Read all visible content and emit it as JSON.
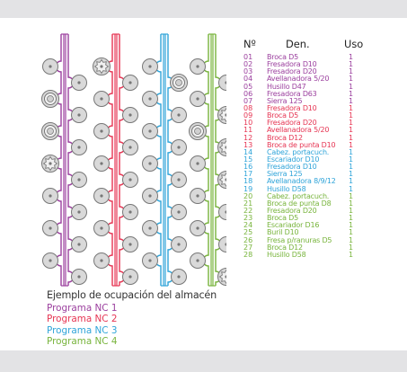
{
  "colors": {
    "p1": "#9b3f9e",
    "p2": "#e63553",
    "p3": "#2fa4d9",
    "p4": "#78b43c"
  },
  "legend": {
    "title": "Ejemplo de ocupación del almacén",
    "items": [
      {
        "label": "Programa NC 1",
        "color": "#9b3f9e"
      },
      {
        "label": "Programa NC 2",
        "color": "#e63553"
      },
      {
        "label": "Programa NC 3",
        "color": "#2fa4d9"
      },
      {
        "label": "Programa NC 4",
        "color": "#78b43c"
      }
    ]
  },
  "table": {
    "headers": {
      "num": "Nº",
      "den": "Den.",
      "uso": "Uso"
    },
    "rows": [
      {
        "num": "01",
        "den": "Broca D5",
        "uso": "1",
        "color": "#9b3f9e"
      },
      {
        "num": "02",
        "den": "Fresadora D10",
        "uso": "1",
        "color": "#9b3f9e"
      },
      {
        "num": "03",
        "den": "Fresadora D20",
        "uso": "1",
        "color": "#9b3f9e"
      },
      {
        "num": "04",
        "den": "Avellanadora 5/20",
        "uso": "1",
        "color": "#9b3f9e"
      },
      {
        "num": "05",
        "den": "Husillo D47",
        "uso": "1",
        "color": "#9b3f9e"
      },
      {
        "num": "06",
        "den": "Fresadora D63",
        "uso": "1",
        "color": "#9b3f9e"
      },
      {
        "num": "07",
        "den": "Sierra 125",
        "uso": "1",
        "color": "#9b3f9e"
      },
      {
        "num": "08",
        "den": "Fresadora D10",
        "uso": "1",
        "color": "#e63553"
      },
      {
        "num": "09",
        "den": "Broca D5",
        "uso": "1",
        "color": "#e63553"
      },
      {
        "num": "10",
        "den": "Fresadora D20",
        "uso": "1",
        "color": "#e63553"
      },
      {
        "num": "11",
        "den": "Avellanadora 5/20",
        "uso": "1",
        "color": "#e63553"
      },
      {
        "num": "12",
        "den": "Broca D12",
        "uso": "1",
        "color": "#e63553"
      },
      {
        "num": "13",
        "den": "Broca de punta D10",
        "uso": "1",
        "color": "#e63553"
      },
      {
        "num": "14",
        "den": "Cabez. portacuch.",
        "uso": "1",
        "color": "#2fa4d9"
      },
      {
        "num": "15",
        "den": "Escariador D10",
        "uso": "1",
        "color": "#2fa4d9"
      },
      {
        "num": "16",
        "den": "Fresadora D10",
        "uso": "1",
        "color": "#2fa4d9"
      },
      {
        "num": "17",
        "den": "Sierra 125",
        "uso": "1",
        "color": "#2fa4d9"
      },
      {
        "num": "18",
        "den": "Avellanadora 8/9/12",
        "uso": "1",
        "color": "#2fa4d9"
      },
      {
        "num": "19",
        "den": "Husillo D58",
        "uso": "1",
        "color": "#2fa4d9"
      },
      {
        "num": "20",
        "den": "Cabez. portacuch.",
        "uso": "1",
        "color": "#78b43c"
      },
      {
        "num": "21",
        "den": "Broca de punta D8",
        "uso": "1",
        "color": "#78b43c"
      },
      {
        "num": "22",
        "den": "Fresadora D20",
        "uso": "1",
        "color": "#78b43c"
      },
      {
        "num": "23",
        "den": "Broca D5",
        "uso": "1",
        "color": "#78b43c"
      },
      {
        "num": "24",
        "den": "Escariador D16",
        "uso": "1",
        "color": "#78b43c"
      },
      {
        "num": "25",
        "den": "Buril D10",
        "uso": "1",
        "color": "#78b43c"
      },
      {
        "num": "26",
        "den": "Fresa p/ranuras D5",
        "uso": "1",
        "color": "#78b43c"
      },
      {
        "num": "27",
        "den": "Broca D12",
        "uso": "1",
        "color": "#78b43c"
      },
      {
        "num": "28",
        "den": "Husillo D58",
        "uso": "1",
        "color": "#78b43c"
      }
    ]
  },
  "magazine": {
    "racks": [
      {
        "program": "Programa NC 1",
        "color": "#9b3f9e",
        "left_types": [
          "small",
          "large",
          "large",
          "star",
          "small",
          "small",
          "small"
        ],
        "right_types": [
          "small",
          "small",
          "small",
          "small",
          "small",
          "small",
          "small"
        ]
      },
      {
        "program": "Programa NC 2",
        "color": "#e63553",
        "left_types": [
          "star",
          "small",
          "small",
          "small",
          "small",
          "small",
          "small"
        ],
        "right_types": [
          "small",
          "small",
          "small",
          "small",
          "small",
          "small",
          "small"
        ]
      },
      {
        "program": "Programa NC 3",
        "color": "#2fa4d9",
        "left_types": [
          "small",
          "small",
          "small",
          "small",
          "small",
          "small",
          "small"
        ],
        "right_types": [
          "large",
          "small",
          "small",
          "small",
          "small",
          "small",
          "small"
        ]
      },
      {
        "program": "Programa NC 4",
        "color": "#78b43c",
        "left_types": [
          "small",
          "small",
          "large",
          "small",
          "small",
          "small",
          "small"
        ],
        "right_types": [
          "small",
          "star",
          "star",
          "star",
          "small",
          "small",
          "star"
        ]
      }
    ]
  }
}
